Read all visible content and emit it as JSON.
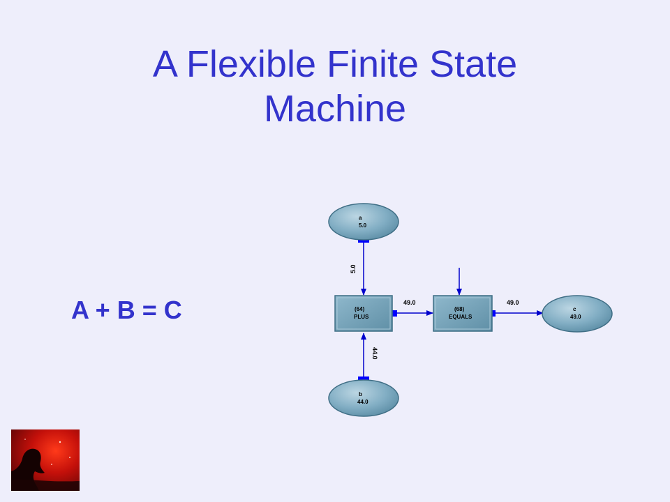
{
  "title": {
    "line1": "A Flexible Finite State",
    "line2": "Machine"
  },
  "equation": "A + B = C",
  "diagram": {
    "nodes": {
      "a": {
        "name": "a",
        "value": "5.0"
      },
      "b": {
        "name": "b",
        "value": "44.0"
      },
      "plus": {
        "id": "(64)",
        "label": "PLUS"
      },
      "equals": {
        "id": "(68)",
        "label": "EQUALS"
      },
      "c": {
        "name": "c",
        "value": "49.0"
      }
    },
    "edges": {
      "a_to_plus": "5.0",
      "b_to_plus": "44.0",
      "plus_to_equals": "49.0",
      "equals_to_c": "49.0"
    },
    "colors": {
      "node_fill": "#6e9db4",
      "node_highlight": "#b9d4e2",
      "edge": "#0000cc",
      "port": "#0000ff"
    }
  },
  "logo": {
    "icon": "horsehead-nebula-icon"
  }
}
